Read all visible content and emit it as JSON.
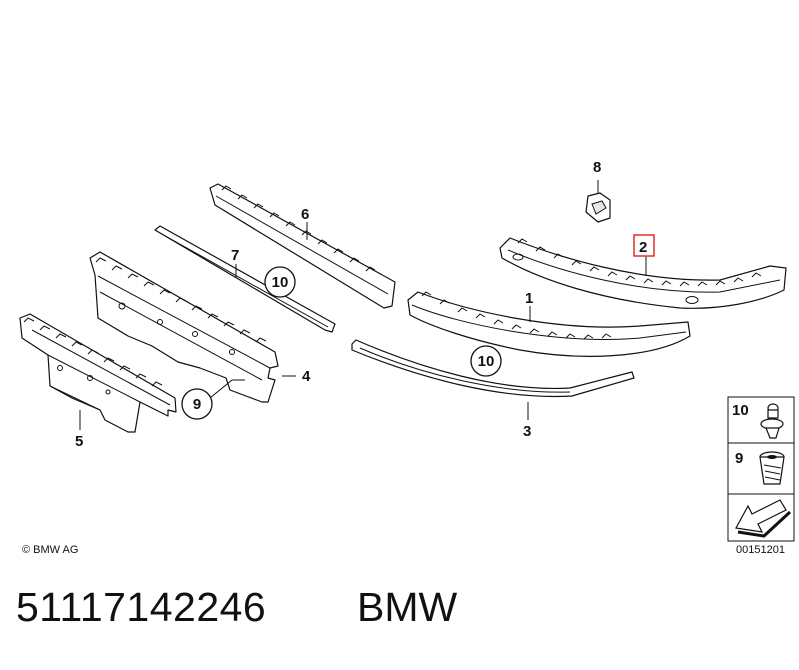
{
  "callouts": {
    "c1": "1",
    "c2": "2",
    "c3": "3",
    "c4": "4",
    "c5": "5",
    "c6": "6",
    "c7": "7",
    "c8": "8",
    "c9": "9",
    "c10a": "10",
    "c10b": "10"
  },
  "legend": {
    "item10": "10",
    "item9": "9"
  },
  "copyright": "© BMW AG",
  "diagram_id": "00151201",
  "part_number": "51117142246",
  "brand": "BMW",
  "colors": {
    "line": "#111111",
    "highlight": "#e03030",
    "background": "#ffffff"
  }
}
